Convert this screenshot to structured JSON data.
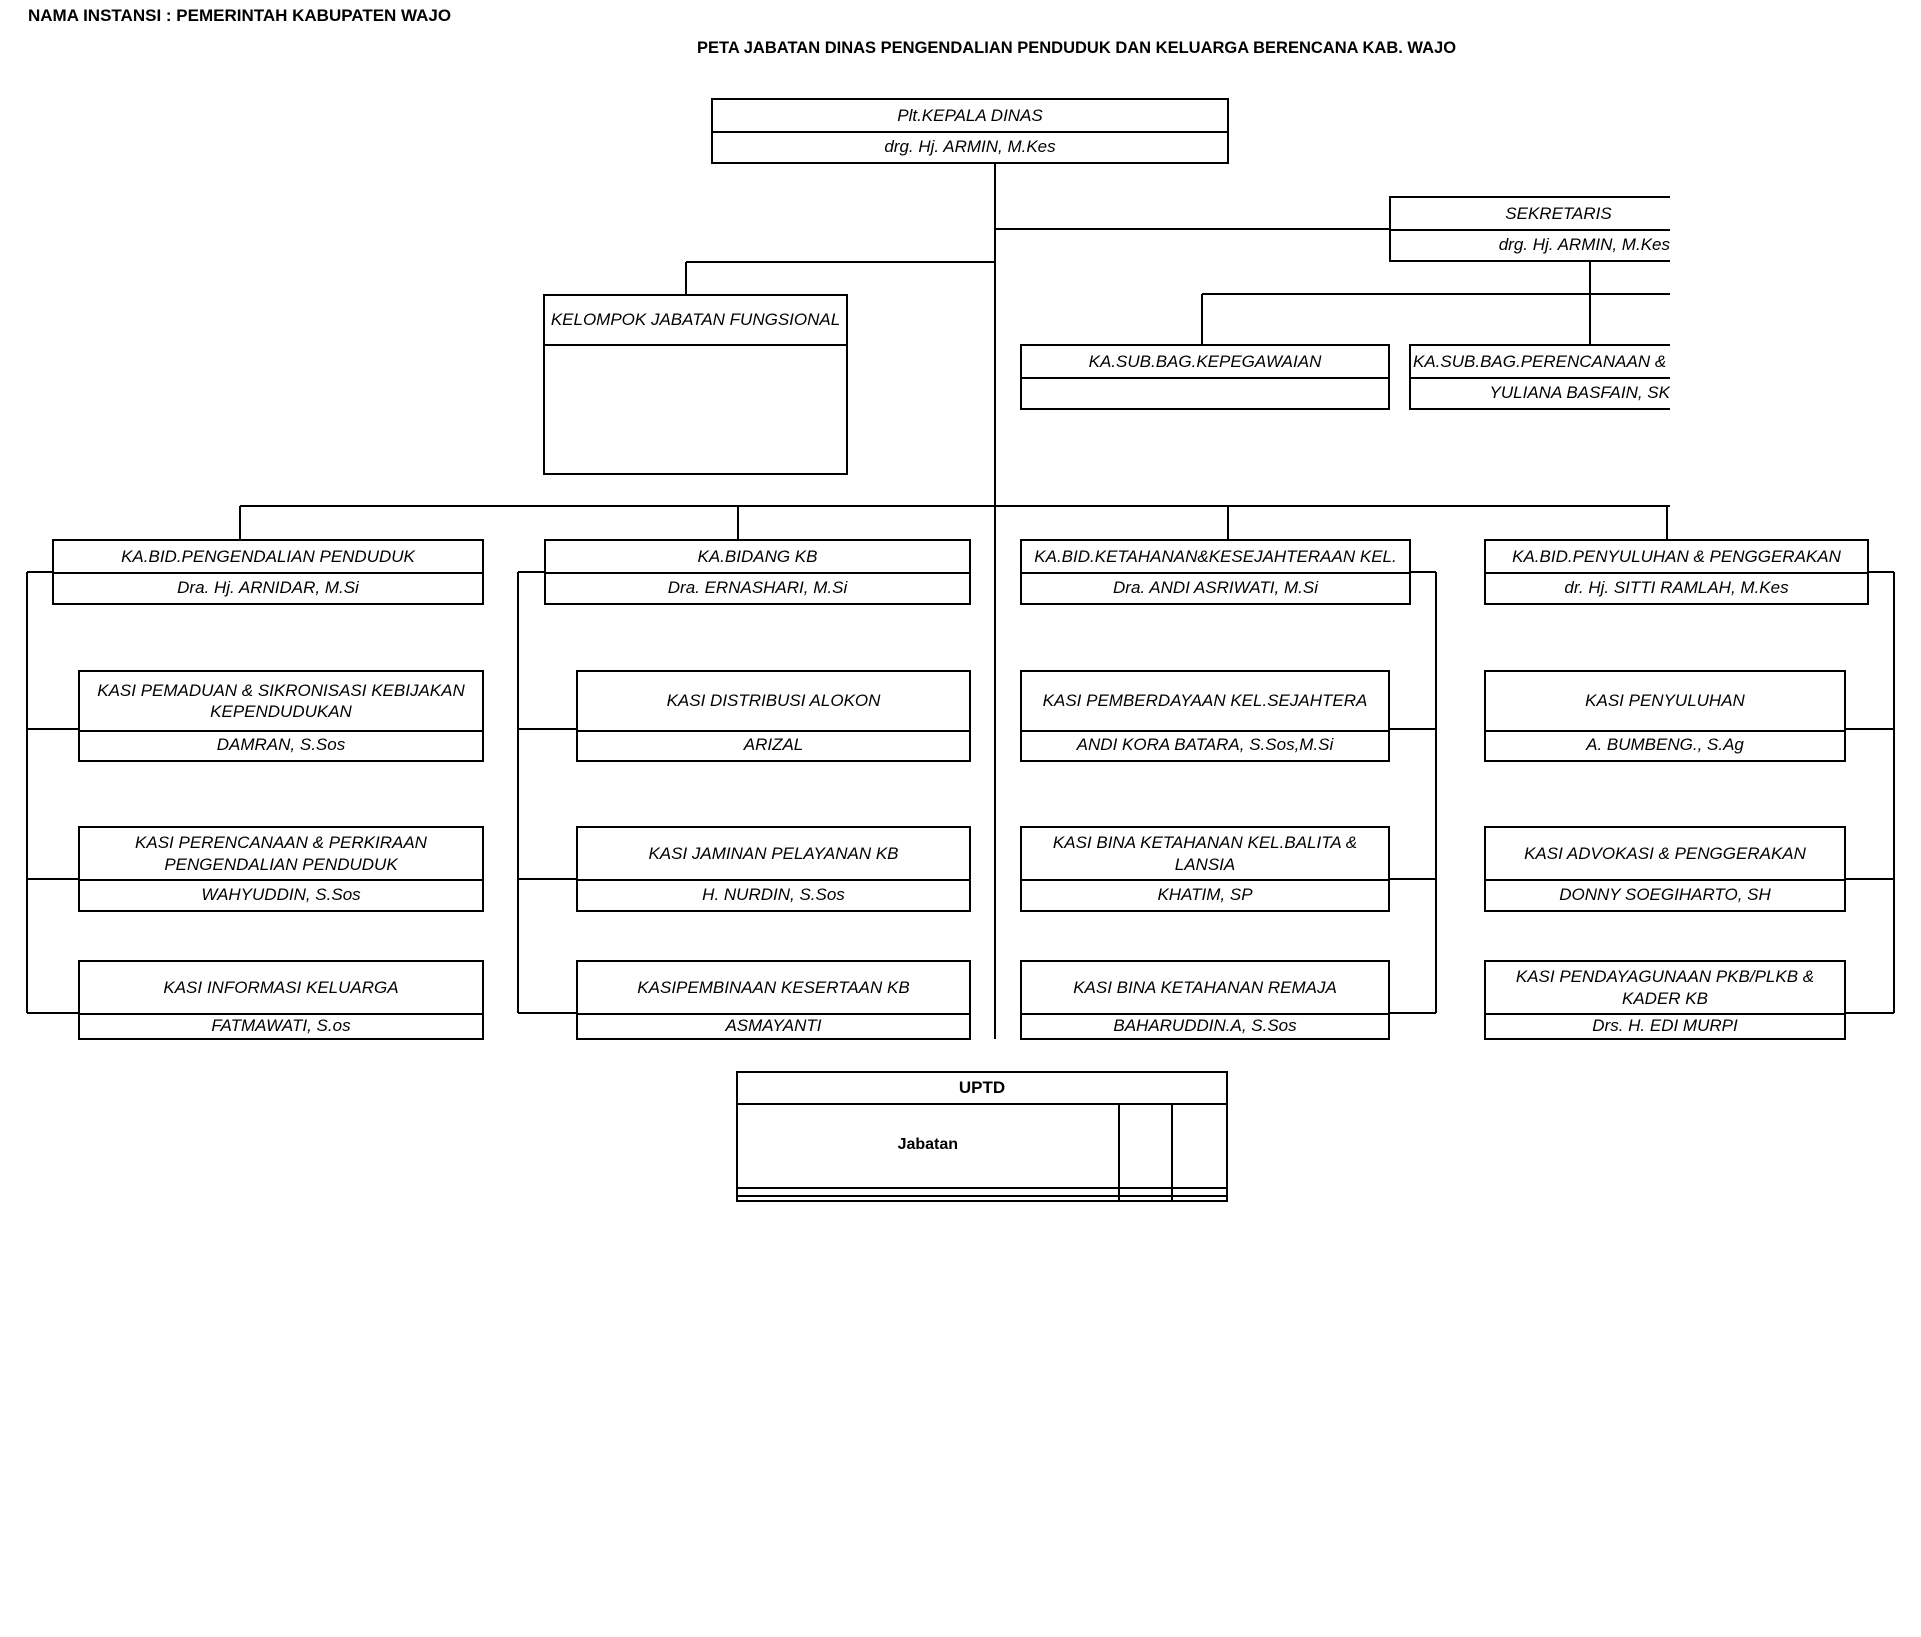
{
  "header": {
    "agency": "NAMA INSTANSI : PEMERINTAH KABUPATEN WAJO",
    "title": "PETA JABATAN DINAS PENGENDALIAN PENDUDUK DAN KELUARGA BERENCANA KAB. WAJO"
  },
  "head": {
    "position": "Plt.KEPALA DINAS",
    "name": "drg. Hj. ARMIN, M.Kes"
  },
  "secretary": {
    "position": "SEKRETARIS",
    "name": "drg. Hj. ARMIN, M.Kes"
  },
  "functional_group": {
    "position": "KELOMPOK JABATAN FUNGSIONAL",
    "name": ""
  },
  "subbag": [
    {
      "position": "KA.SUB.BAG.KEPEGAWAIAN",
      "name": ""
    },
    {
      "position": "KA.SUB.BAG.PERENCANAAN & K",
      "name": "YULIANA BASFAIN, SK"
    }
  ],
  "divisions": [
    {
      "position": "KA.BID.PENGENDALIAN PENDUDUK",
      "name": "Dra. Hj. ARNIDAR, M.Si",
      "sections": [
        {
          "position": "KASI PEMADUAN & SIKRONISASI KEBIJAKAN KEPENDUDUKAN",
          "name": "DAMRAN, S.Sos"
        },
        {
          "position": "KASI PERENCANAAN & PERKIRAAN PENGENDALIAN PENDUDUK",
          "name": "WAHYUDDIN, S.Sos"
        },
        {
          "position": "KASI INFORMASI KELUARGA",
          "name": "FATMAWATI, S.os"
        }
      ]
    },
    {
      "position": "KA.BIDANG KB",
      "name": "Dra. ERNASHARI, M.Si",
      "sections": [
        {
          "position": "KASI DISTRIBUSI ALOKON",
          "name": "ARIZAL"
        },
        {
          "position": "KASI JAMINAN PELAYANAN KB",
          "name": "H. NURDIN, S.Sos"
        },
        {
          "position": "KASIPEMBINAAN KESERTAAN KB",
          "name": "ASMAYANTI"
        }
      ]
    },
    {
      "position": "KA.BID.KETAHANAN&KESEJAHTERAAN KEL.",
      "name": "Dra. ANDI ASRIWATI, M.Si",
      "sections": [
        {
          "position": "KASI PEMBERDAYAAN KEL.SEJAHTERA",
          "name": "ANDI KORA BATARA, S.Sos,M.Si"
        },
        {
          "position": "KASI BINA KETAHANAN KEL.BALITA & LANSIA",
          "name": "KHATIM, SP"
        },
        {
          "position": "KASI BINA KETAHANAN REMAJA",
          "name": "BAHARUDDIN.A, S.Sos"
        }
      ]
    },
    {
      "position": "KA.BID.PENYULUHAN & PENGGERAKAN",
      "name": "dr. Hj. SITTI RAMLAH, M.Kes",
      "sections": [
        {
          "position": "KASI PENYULUHAN",
          "name": "A. BUMBENG., S.Ag"
        },
        {
          "position": "KASI ADVOKASI & PENGGERAKAN",
          "name": "DONNY SOEGIHARTO, SH"
        },
        {
          "position": "KASI PENDAYAGUNAAN PKB/PLKB & KADER KB",
          "name": "Drs. H. EDI MURPI"
        }
      ]
    }
  ],
  "uptd": {
    "title": "UPTD",
    "column_header": "Jabatan"
  }
}
